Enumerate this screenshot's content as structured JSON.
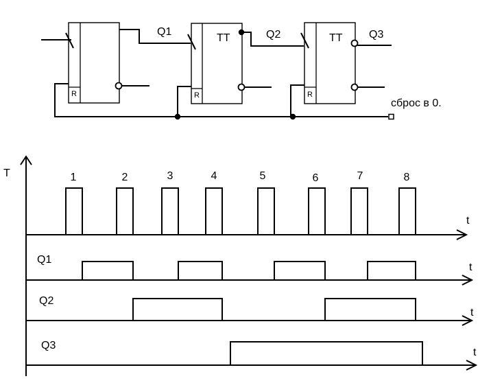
{
  "circuit": {
    "ff1": {
      "label": "",
      "reset_label": "R"
    },
    "ff2": {
      "label": "TT",
      "reset_label": "R"
    },
    "ff3": {
      "label": "TT",
      "reset_label": "R"
    },
    "q1_label": "Q1",
    "q2_label": "Q2",
    "q3_label": "Q3",
    "reset_text": "сброс в 0."
  },
  "timing": {
    "clock_axis_label": "T",
    "time_label": "t",
    "pulse_numbers": [
      "1",
      "2",
      "3",
      "4",
      "5",
      "6",
      "7",
      "8"
    ],
    "rows": [
      {
        "name": "Q1",
        "highs": [
          [
            1,
            2
          ],
          [
            3,
            4
          ],
          [
            5,
            6
          ],
          [
            7,
            8
          ]
        ]
      },
      {
        "name": "Q2",
        "highs": [
          [
            2,
            4
          ],
          [
            6,
            8
          ]
        ]
      },
      {
        "name": "Q3",
        "highs": [
          [
            4,
            8
          ]
        ]
      }
    ]
  }
}
